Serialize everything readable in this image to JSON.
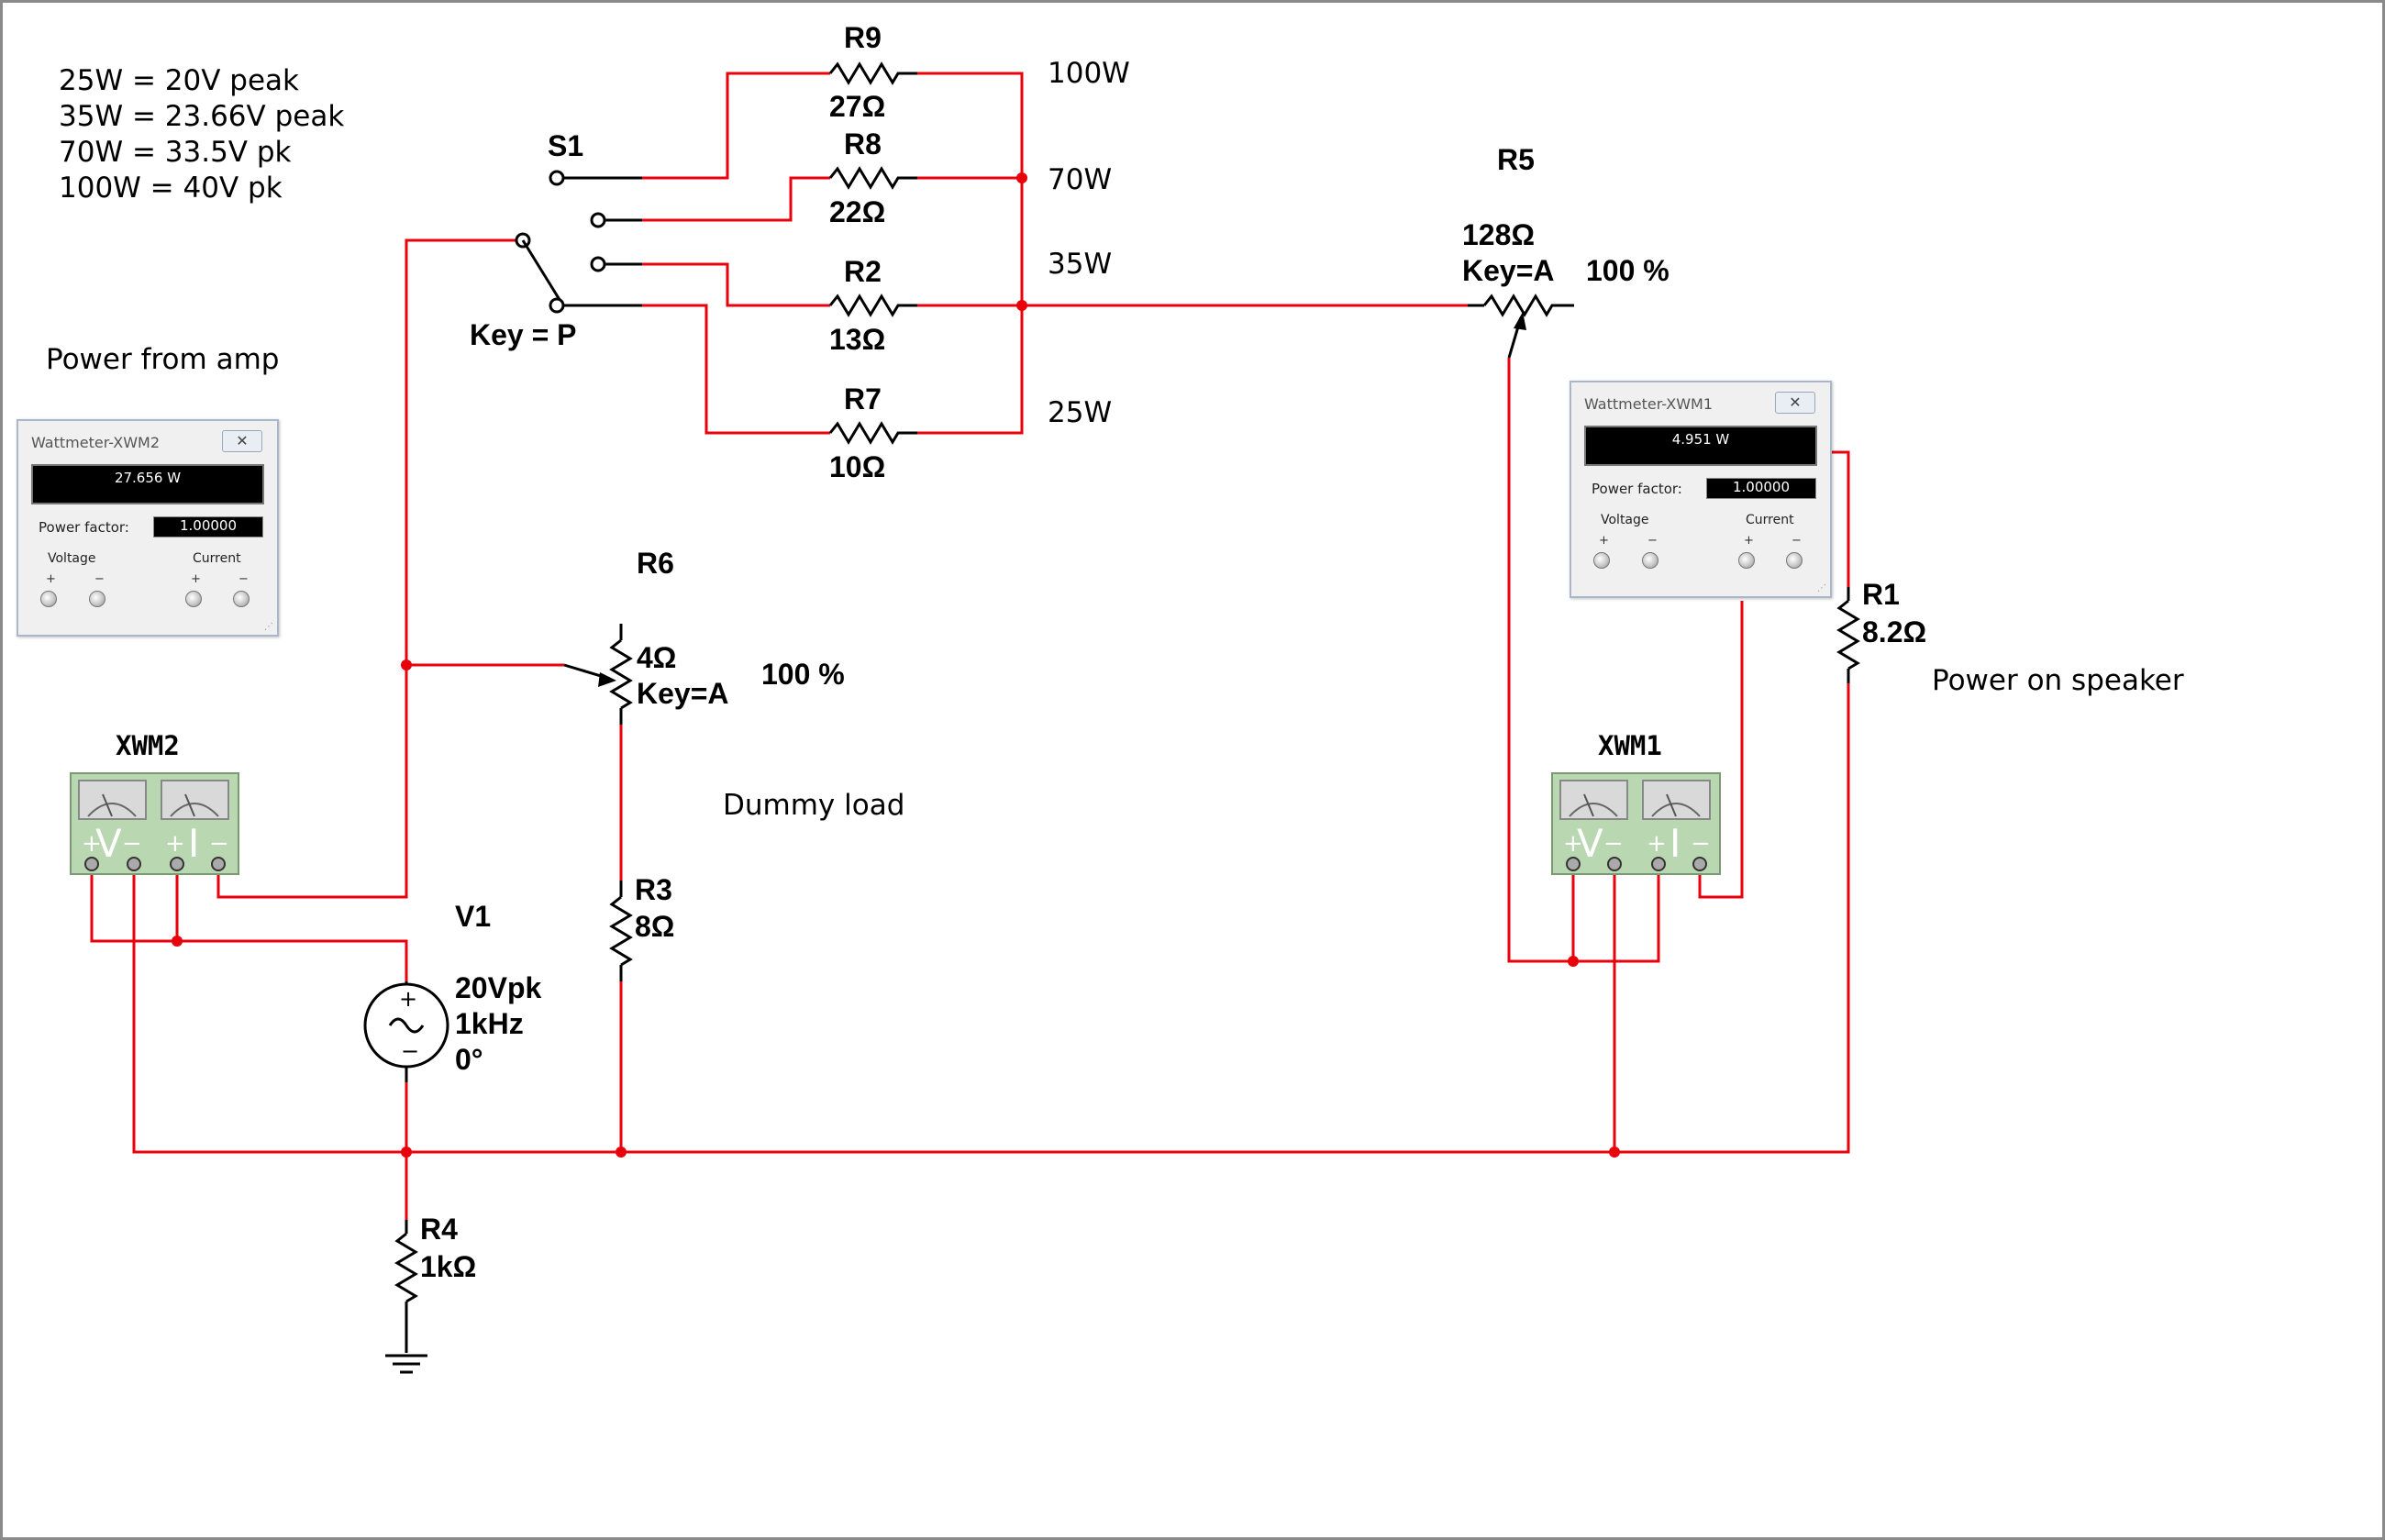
{
  "notes": {
    "line1": "25W = 20V peak",
    "line2": "35W = 23.66V peak",
    "line3": "70W = 33.5V pk",
    "line4": "100W = 40V pk",
    "power_from_amp": "Power from amp",
    "dummy_load": "Dummy load",
    "power_on_speaker": "Power on speaker"
  },
  "components": {
    "r9": {
      "ref": "R9",
      "value": "27Ω"
    },
    "r8": {
      "ref": "R8",
      "value": "22Ω"
    },
    "r2": {
      "ref": "R2",
      "value": "13Ω"
    },
    "r7": {
      "ref": "R7",
      "value": "10Ω"
    },
    "s1": {
      "ref": "S1",
      "key": "Key = P"
    },
    "r5": {
      "ref": "R5",
      "value": "128Ω",
      "key": "Key=A",
      "percent": "100 %"
    },
    "r6": {
      "ref": "R6",
      "value": "4Ω",
      "key": "Key=A",
      "percent": "100 %"
    },
    "r3": {
      "ref": "R3",
      "value": "8Ω"
    },
    "r4": {
      "ref": "R4",
      "value": "1kΩ"
    },
    "r1": {
      "ref": "R1",
      "value": "8.2Ω"
    },
    "v1": {
      "ref": "V1",
      "amplitude": "20Vpk",
      "frequency": "1kHz",
      "phase": "0°"
    }
  },
  "power_labels": {
    "w100": "100W",
    "w70": "70W",
    "w35": "35W",
    "w25": "25W"
  },
  "instruments": {
    "xwm2": {
      "ref": "XWM2",
      "v": "V",
      "i": "I",
      "plus": "+",
      "minus": "−"
    },
    "xwm1": {
      "ref": "XWM1",
      "v": "V",
      "i": "I",
      "plus": "+",
      "minus": "−"
    }
  },
  "wattmeter_xwm2": {
    "title": "Wattmeter-XWM2",
    "reading": "27.656 W",
    "power_factor_label": "Power factor:",
    "power_factor": "1.00000",
    "voltage_label": "Voltage",
    "current_label": "Current",
    "plus": "+",
    "minus": "−",
    "close": "✕"
  },
  "wattmeter_xwm1": {
    "title": "Wattmeter-XWM1",
    "reading": "4.951 W",
    "power_factor_label": "Power factor:",
    "power_factor": "1.00000",
    "voltage_label": "Voltage",
    "current_label": "Current",
    "plus": "+",
    "minus": "−",
    "close": "✕"
  },
  "colors": {
    "wire": "#e8000b",
    "instrument_body": "#b9d7b0",
    "display_bg": "#000000"
  }
}
